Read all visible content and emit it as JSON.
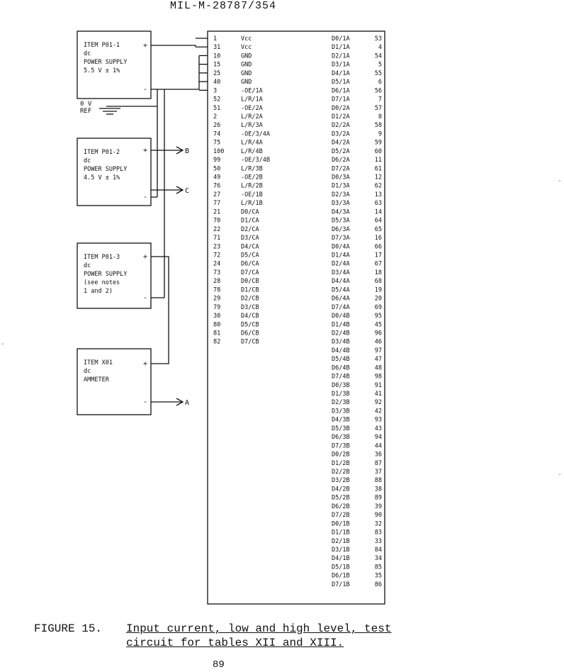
{
  "header": "MIL-M-28787/354",
  "supplies": [
    {
      "lines": [
        "ITEM P01-1",
        "dc",
        "POWER SUPPLY",
        "5.5 V ± 1%"
      ],
      "plus": "+",
      "minus": "-"
    },
    {
      "lines": [
        "ITEM P01-2",
        "dc",
        "POWER SUPPLY",
        "4.5 V ± 1%"
      ],
      "plus": "+",
      "minus": "-"
    },
    {
      "lines": [
        "ITEM P01-3",
        "dc",
        "POWER SUPPLY",
        "(see notes",
        "1 and 2)"
      ],
      "plus": "+",
      "minus": "-"
    },
    {
      "lines": [
        "ITEM X01",
        "dc",
        "AMMETER"
      ],
      "plus": "+",
      "minus": "-"
    }
  ],
  "ref_label": [
    "0 V",
    "REF"
  ],
  "arrow_labels": [
    "B",
    "C",
    "A"
  ],
  "left_pins": [
    {
      "num": "1",
      "name": "Vcc"
    },
    {
      "num": "31",
      "name": "Vcc"
    },
    {
      "num": "10",
      "name": "GND"
    },
    {
      "num": "15",
      "name": "GND"
    },
    {
      "num": "25",
      "name": "GND"
    },
    {
      "num": "40",
      "name": "GND"
    },
    {
      "num": "3",
      "name": "-OE/1A"
    },
    {
      "num": "52",
      "name": "L/R/1A"
    },
    {
      "num": "51",
      "name": "-OE/2A"
    },
    {
      "num": "2",
      "name": "L/R/2A"
    },
    {
      "num": "26",
      "name": "L/R/3A"
    },
    {
      "num": "74",
      "name": "-OE/3/4A"
    },
    {
      "num": "75",
      "name": "L/R/4A"
    },
    {
      "num": "100",
      "name": "L/R/4B"
    },
    {
      "num": "99",
      "name": "-OE/3/4B"
    },
    {
      "num": "50",
      "name": "L/R/3B"
    },
    {
      "num": "49",
      "name": "-OE/2B"
    },
    {
      "num": "76",
      "name": "L/R/2B"
    },
    {
      "num": "27",
      "name": "-OE/1B"
    },
    {
      "num": "77",
      "name": "L/R/1B"
    },
    {
      "num": "21",
      "name": "D0/CA"
    },
    {
      "num": "70",
      "name": "D1/CA"
    },
    {
      "num": "22",
      "name": "D2/CA"
    },
    {
      "num": "71",
      "name": "D3/CA"
    },
    {
      "num": "23",
      "name": "D4/CA"
    },
    {
      "num": "72",
      "name": "D5/CA"
    },
    {
      "num": "24",
      "name": "D6/CA"
    },
    {
      "num": "73",
      "name": "D7/CA"
    },
    {
      "num": "28",
      "name": "D0/CB"
    },
    {
      "num": "78",
      "name": "D1/CB"
    },
    {
      "num": "29",
      "name": "D2/CB"
    },
    {
      "num": "79",
      "name": "D3/CB"
    },
    {
      "num": "30",
      "name": "D4/CB"
    },
    {
      "num": "80",
      "name": "D5/CB"
    },
    {
      "num": "81",
      "name": "D6/CB"
    },
    {
      "num": "82",
      "name": "D7/CB"
    }
  ],
  "right_pins": [
    {
      "name": "D0/1A",
      "num": "53"
    },
    {
      "name": "D1/1A",
      "num": "4"
    },
    {
      "name": "D2/1A",
      "num": "54"
    },
    {
      "name": "D3/1A",
      "num": "5"
    },
    {
      "name": "D4/1A",
      "num": "55"
    },
    {
      "name": "D5/1A",
      "num": "6"
    },
    {
      "name": "D6/1A",
      "num": "56"
    },
    {
      "name": "D7/1A",
      "num": "7"
    },
    {
      "name": "D0/2A",
      "num": "57"
    },
    {
      "name": "D1/2A",
      "num": "8"
    },
    {
      "name": "D2/2A",
      "num": "58"
    },
    {
      "name": "D3/2A",
      "num": "9"
    },
    {
      "name": "D4/2A",
      "num": "59"
    },
    {
      "name": "D5/2A",
      "num": "60"
    },
    {
      "name": "D6/2A",
      "num": "11"
    },
    {
      "name": "D7/2A",
      "num": "61"
    },
    {
      "name": "D0/3A",
      "num": "12"
    },
    {
      "name": "D1/3A",
      "num": "62"
    },
    {
      "name": "D2/3A",
      "num": "13"
    },
    {
      "name": "D3/3A",
      "num": "63"
    },
    {
      "name": "D4/3A",
      "num": "14"
    },
    {
      "name": "D5/3A",
      "num": "64"
    },
    {
      "name": "D6/3A",
      "num": "65"
    },
    {
      "name": "D7/3A",
      "num": "16"
    },
    {
      "name": "D0/4A",
      "num": "66"
    },
    {
      "name": "D1/4A",
      "num": "17"
    },
    {
      "name": "D2/4A",
      "num": "67"
    },
    {
      "name": "D3/4A",
      "num": "18"
    },
    {
      "name": "D4/4A",
      "num": "68"
    },
    {
      "name": "D5/4A",
      "num": "19"
    },
    {
      "name": "D6/4A",
      "num": "20"
    },
    {
      "name": "D7/4A",
      "num": "69"
    },
    {
      "name": "D0/4B",
      "num": "95"
    },
    {
      "name": "D1/4B",
      "num": "45"
    },
    {
      "name": "D2/4B",
      "num": "96"
    },
    {
      "name": "D3/4B",
      "num": "46"
    },
    {
      "name": "D4/4B",
      "num": "97"
    },
    {
      "name": "D5/4B",
      "num": "47"
    },
    {
      "name": "D6/4B",
      "num": "48"
    },
    {
      "name": "D7/4B",
      "num": "98"
    },
    {
      "name": "D0/3B",
      "num": "91"
    },
    {
      "name": "D1/3B",
      "num": "41"
    },
    {
      "name": "D2/3B",
      "num": "92"
    },
    {
      "name": "D3/3B",
      "num": "42"
    },
    {
      "name": "D4/3B",
      "num": "93"
    },
    {
      "name": "D5/3B",
      "num": "43"
    },
    {
      "name": "D6/3B",
      "num": "94"
    },
    {
      "name": "D7/3B",
      "num": "44"
    },
    {
      "name": "D0/2B",
      "num": "36"
    },
    {
      "name": "D1/2B",
      "num": "87"
    },
    {
      "name": "D2/2B",
      "num": "37"
    },
    {
      "name": "D3/2B",
      "num": "88"
    },
    {
      "name": "D4/2B",
      "num": "38"
    },
    {
      "name": "D5/2B",
      "num": "89"
    },
    {
      "name": "D6/2B",
      "num": "39"
    },
    {
      "name": "D7/2B",
      "num": "90"
    },
    {
      "name": "D0/1B",
      "num": "32"
    },
    {
      "name": "D1/1B",
      "num": "83"
    },
    {
      "name": "D2/1B",
      "num": "33"
    },
    {
      "name": "D3/1B",
      "num": "84"
    },
    {
      "name": "D4/1B",
      "num": "34"
    },
    {
      "name": "D5/1B",
      "num": "85"
    },
    {
      "name": "D6/1B",
      "num": "35"
    },
    {
      "name": "D7/1B",
      "num": "86"
    }
  ],
  "caption": {
    "label": "FIGURE 15.",
    "title_line1": "Input current, low and high level, test",
    "title_line2": "circuit for tables XII and XIII."
  },
  "page_number": "89",
  "margin_marks": [
    "-",
    "-",
    "-"
  ]
}
